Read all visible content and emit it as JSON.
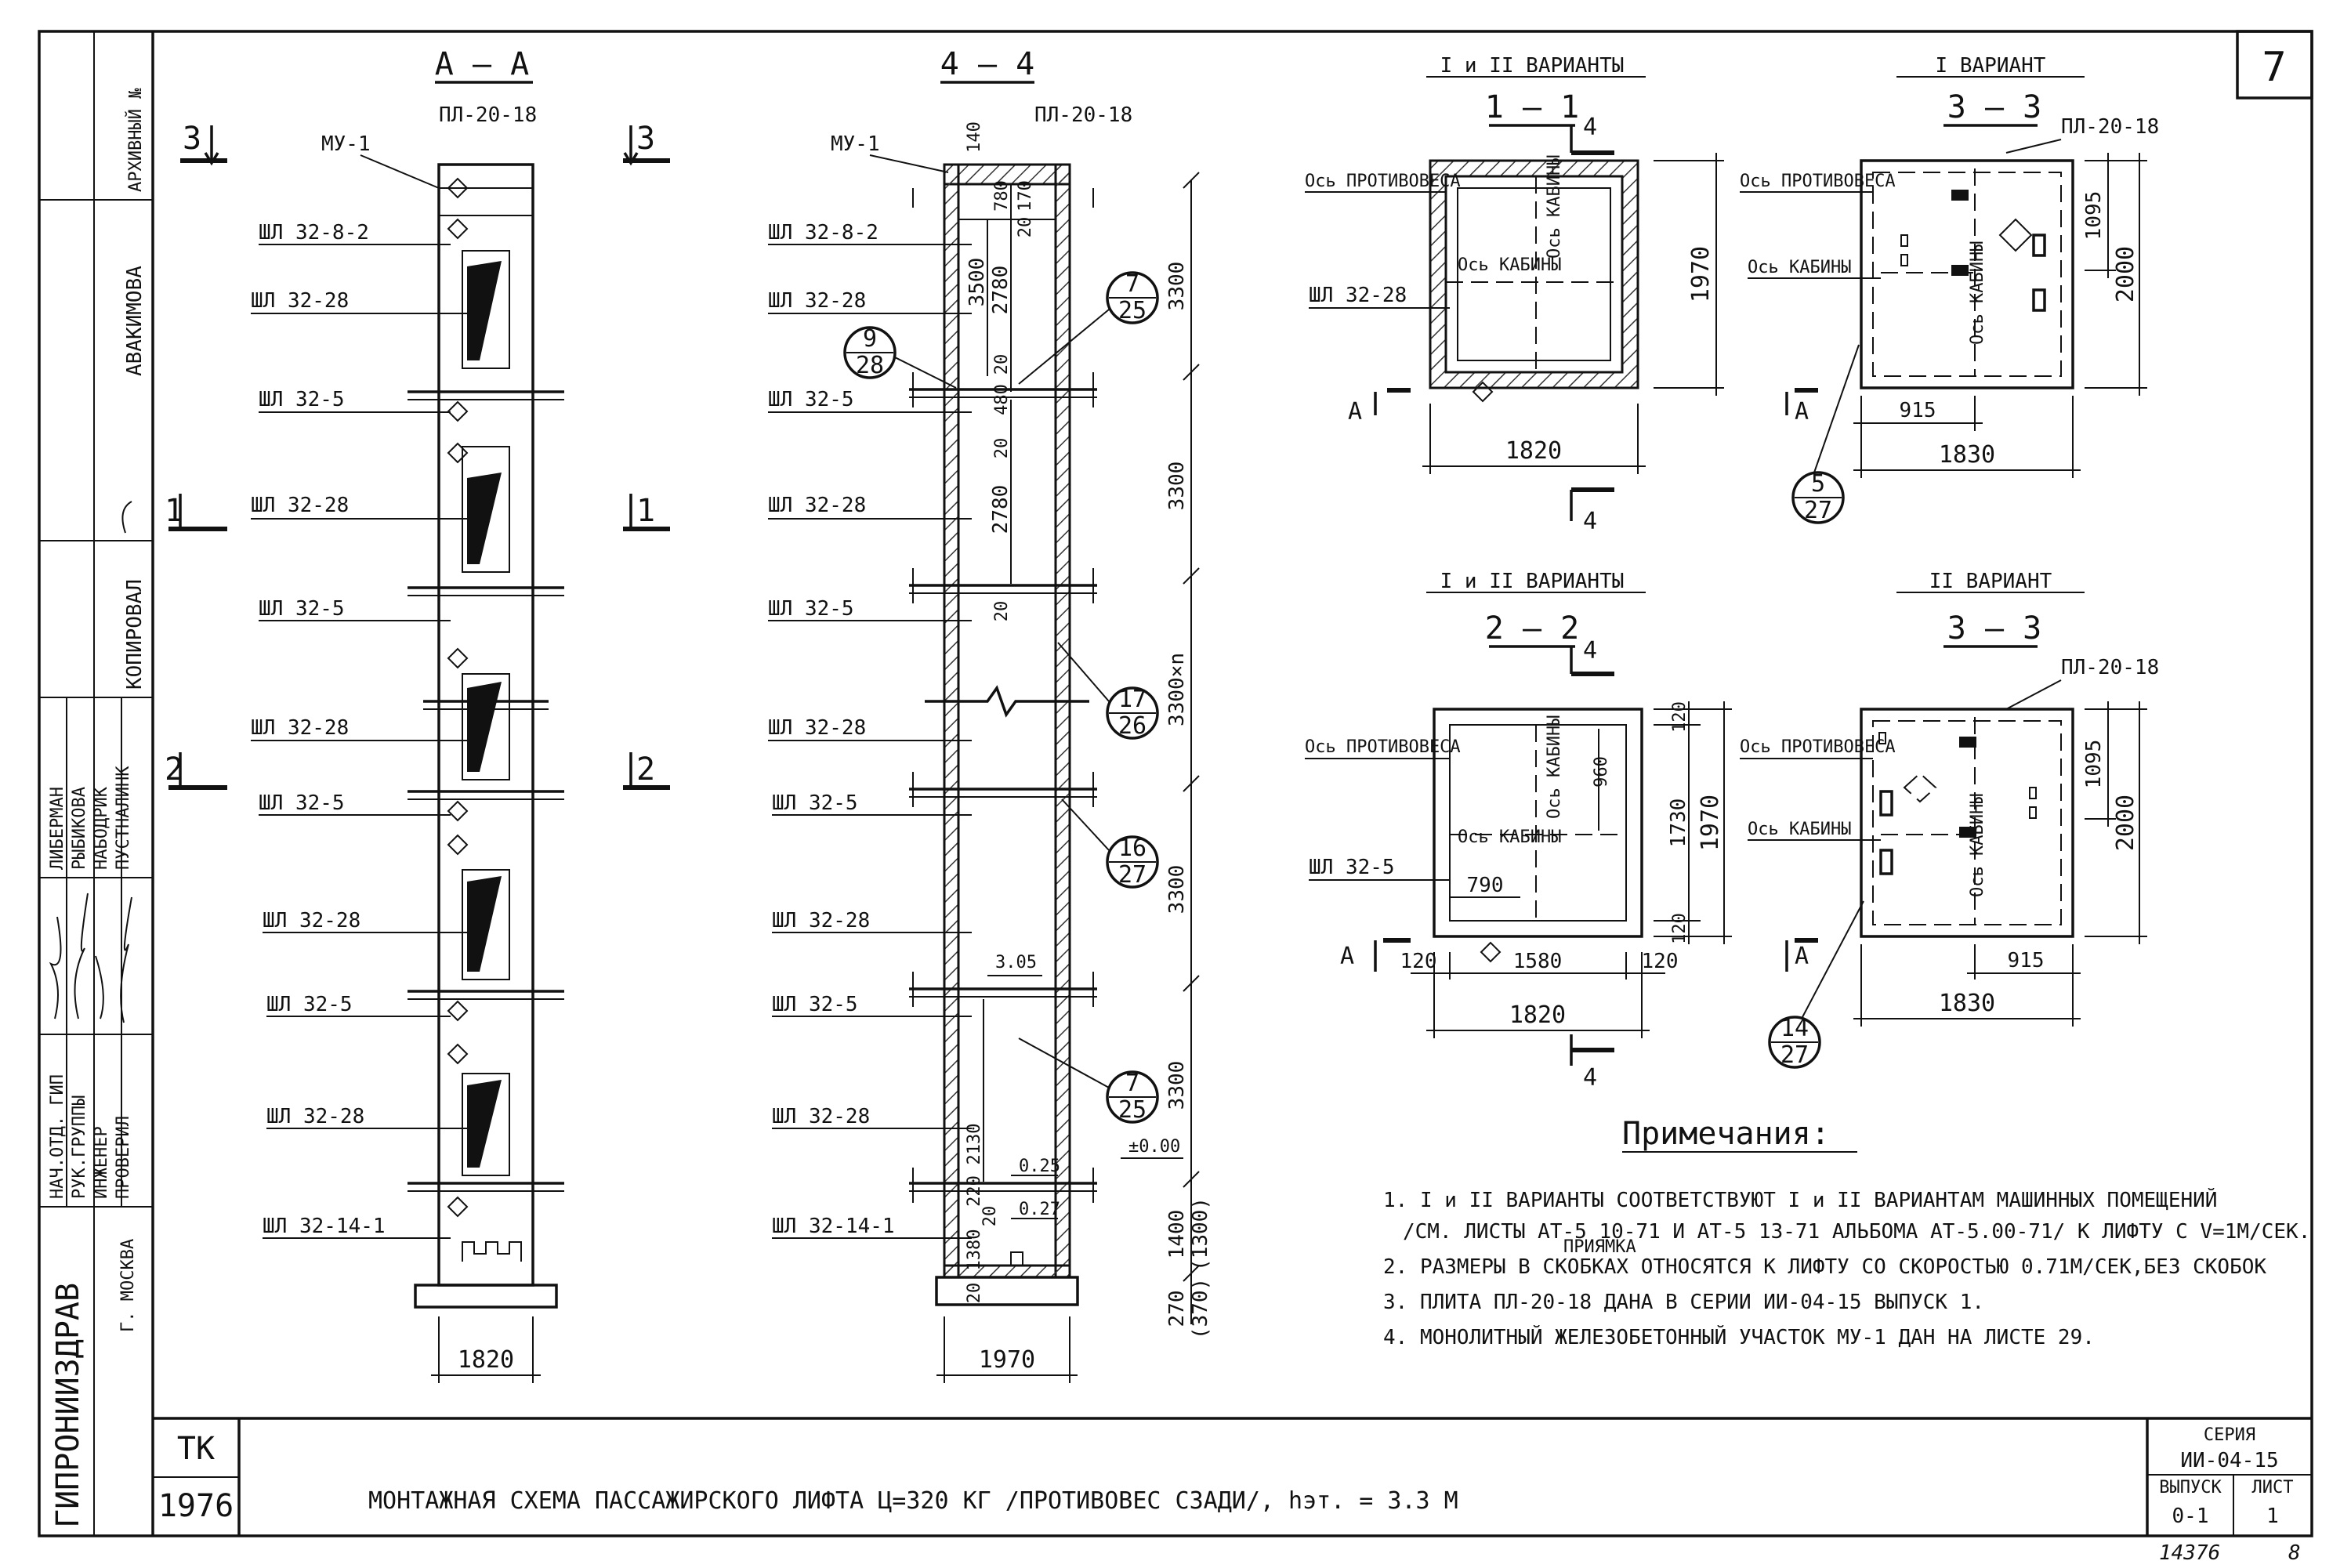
{
  "sheet_number": "7",
  "stamp": {
    "archive_label": "АРХИВНЫЙ №",
    "left_names": [
      "АВАКИМОВА",
      "КОПИРОВАЛ"
    ],
    "roles": [
      "НАЧ.ОТД. ГИП",
      "РУК.ГРУППЫ",
      "ИНЖЕНЕР",
      "ПРОВЕРИЛ"
    ],
    "names": [
      "ЛИБЕРМАН",
      "РЫБИКОВА",
      "НАБОДРИК",
      "ПУСТНАЛИНК"
    ],
    "org": "ГИПРОНИИЗДРАВ",
    "city": "Г. МОСКВА",
    "tk": "ТК",
    "year": "1976"
  },
  "title_block": {
    "title": "МОНТАЖНАЯ СХЕМА ПАССАЖИРСКОГО ЛИФТА Ц=320 КГ /ПРОТИВОВЕС СЗАДИ/, hэт. = 3.3 М",
    "series_label": "СЕРИЯ",
    "series_value": "ИИ-04-15",
    "issue_label": "ВЫПУСК",
    "issue_value": "0-1",
    "sheet_label": "ЛИСТ",
    "sheet_value": "1",
    "below_left": "14376",
    "below_right": "8"
  },
  "section_aa": {
    "title": "А — А",
    "top_plate": "ПЛ-20-18",
    "mu": "МУ-1",
    "labels": [
      "ШЛ 32-8-2",
      "ШЛ 32-28",
      "ШЛ 32-5",
      "ШЛ 32-28",
      "ШЛ 32-5",
      "ШЛ 32-28",
      "ШЛ 32-5",
      "ШЛ 32-28",
      "ШЛ 32-5",
      "ШЛ 32-28",
      "ШЛ 32-14-1"
    ],
    "cut_marks": [
      "3",
      "3",
      "1",
      "1",
      "2",
      "2"
    ],
    "width": "1820"
  },
  "section_44": {
    "title": "4 — 4",
    "top_plate": "ПЛ-20-18",
    "mu": "МУ-1",
    "labels": [
      "ШЛ 32-8-2",
      "ШЛ 32-28",
      "ШЛ 32-5",
      "ШЛ 32-28",
      "ШЛ 32-5",
      "ШЛ 32-28",
      "ШЛ 32-5",
      "ШЛ 32-28",
      "ШЛ 32-5",
      "ШЛ 32-28",
      "ШЛ 32-14-1"
    ],
    "dims_inner": [
      "140",
      "780",
      "170",
      "20",
      "3500",
      "2780",
      "20",
      "480",
      "20",
      "2780",
      "20",
      "3.05",
      "2130",
      "220",
      "0.25",
      "20",
      "0.27",
      "1380",
      "20"
    ],
    "dims_right": [
      "3300",
      "3300",
      "3300×n",
      "3300",
      "3300",
      "1400",
      "(1300)",
      "270",
      "(370)"
    ],
    "level": "±0.00",
    "callouts": [
      {
        "num": "7",
        "den": "25"
      },
      {
        "num": "9",
        "den": "28"
      },
      {
        "num": "17",
        "den": "26"
      },
      {
        "num": "16",
        "den": "27"
      },
      {
        "num": "7",
        "den": "25"
      }
    ],
    "width": "1970"
  },
  "plan_11": {
    "header": "I и II ВАРИАНТЫ",
    "title": "1 — 1",
    "axis_cw": "Ось ПРОТИВОВЕСА",
    "axis_cab": "Ось КАБИНЫ",
    "axis_cab_v": "Ось КАБИНЫ",
    "label": "ШЛ 32-28",
    "dim_h": "1970",
    "dim_w": "1820",
    "cut": "4",
    "arrow": "А"
  },
  "plan_22": {
    "header": "I и II ВАРИАНТЫ",
    "title": "2 — 2",
    "axis_cw": "Ось ПРОТИВОВЕСА",
    "axis_cab": "Ось КАБИНЫ",
    "axis_cab_v": "Ось КАБИНЫ",
    "label": "ШЛ 32-5",
    "dims": [
      "960",
      "120",
      "1730",
      "120",
      "1970",
      "790",
      "120",
      "1580",
      "120",
      "1820"
    ],
    "cut": "4",
    "arrow": "А"
  },
  "plan_33_v1": {
    "header": "I ВАРИАНТ",
    "title": "3 — 3",
    "plate": "ПЛ-20-18",
    "axis_cw": "Ось ПРОТИВОВЕСА",
    "axis_cab": "Ось КАБИНЫ",
    "axis_cab_v": "Ось КАБИНЫ",
    "dims": [
      "1095",
      "2000",
      "915",
      "1830"
    ],
    "callout": {
      "num": "5",
      "den": "27"
    },
    "arrow": "А"
  },
  "plan_33_v2": {
    "header": "II ВАРИАНТ",
    "title": "3 — 3",
    "plate": "ПЛ-20-18",
    "axis_cw": "Ось ПРОТИВОВЕСА",
    "axis_cab": "Ось КАБИНЫ",
    "axis_cab_v": "Ось КАБИНЫ",
    "dims": [
      "1095",
      "2000",
      "915",
      "1830"
    ],
    "callout": {
      "num": "14",
      "den": "27"
    },
    "arrow": "А"
  },
  "notes": {
    "title": "Примечания:",
    "items": [
      "1. I и II ВАРИАНТЫ СООТВЕТСТВУЮТ I и II ВАРИАНТАМ МАШИННЫХ ПОМЕЩЕНИЙ",
      "/СМ. ЛИСТЫ АТ-5 10-71 И АТ-5 13-71 АЛЬБОМА АТ-5.00-71/ К ЛИФТУ С V=1М/СЕК.",
      "2. РАЗМЕРЫ В СКОБКАХ ОТНОСЯТСЯ К ЛИФТУ СО СКОРОСТЬЮ 0.71М/СЕК,БЕЗ СКОБОК",
      "3. ПЛИТА ПЛ-20-18 ДАНА В СЕРИИ ИИ-04-15 ВЫПУСК 1.",
      "4. МОНОЛИТНЫЙ ЖЕЛЕЗОБЕТОННЫЙ УЧАСТОК МУ-1 ДАН НА ЛИСТЕ 29."
    ],
    "insert": "ПРИЯМКА"
  }
}
